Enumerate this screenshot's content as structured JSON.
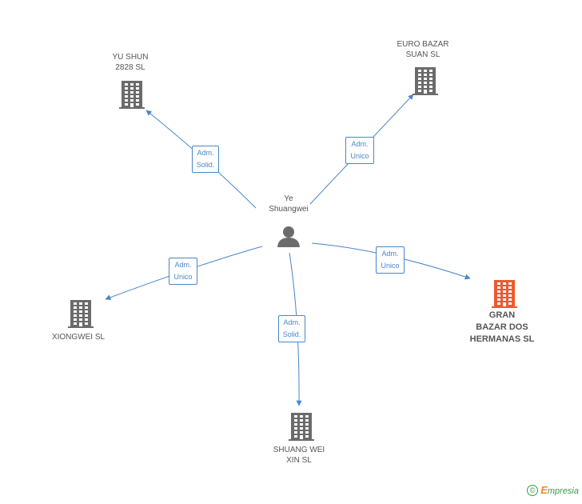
{
  "colors": {
    "edge": "#4a86c8",
    "building": "#6b6b6b",
    "building_highlight": "#ef5a2a",
    "person": "#6b6b6b"
  },
  "center": {
    "label": "Ye\nShuangwei",
    "icon": "person-icon"
  },
  "nodes": [
    {
      "id": "yu-shun",
      "label": "YU SHUN\n2828 SL",
      "icon": "building-icon",
      "highlight": false
    },
    {
      "id": "euro-bazar",
      "label": "EURO BAZAR\nSUAN  SL",
      "icon": "building-icon",
      "highlight": false
    },
    {
      "id": "xiongwei",
      "label": "XIONGWEI SL",
      "icon": "building-icon",
      "highlight": false
    },
    {
      "id": "gran-bazar",
      "label": "GRAN\nBAZAR DOS\nHERMANAS SL",
      "icon": "building-icon",
      "highlight": true
    },
    {
      "id": "shuang-wei",
      "label": "SHUANG WEI\nXIN SL",
      "icon": "building-icon",
      "highlight": false
    }
  ],
  "edges": [
    {
      "to": "yu-shun",
      "label": "Adm.\nSolid."
    },
    {
      "to": "euro-bazar",
      "label": "Adm.\nUnico"
    },
    {
      "to": "xiongwei",
      "label": "Adm.\nUnico"
    },
    {
      "to": "gran-bazar",
      "label": "Adm.\nUnico"
    },
    {
      "to": "shuang-wei",
      "label": "Adm.\nSolid."
    }
  ],
  "footer": {
    "copyright_symbol": "©",
    "brand_initial": "E",
    "brand_rest": "mpresia"
  }
}
